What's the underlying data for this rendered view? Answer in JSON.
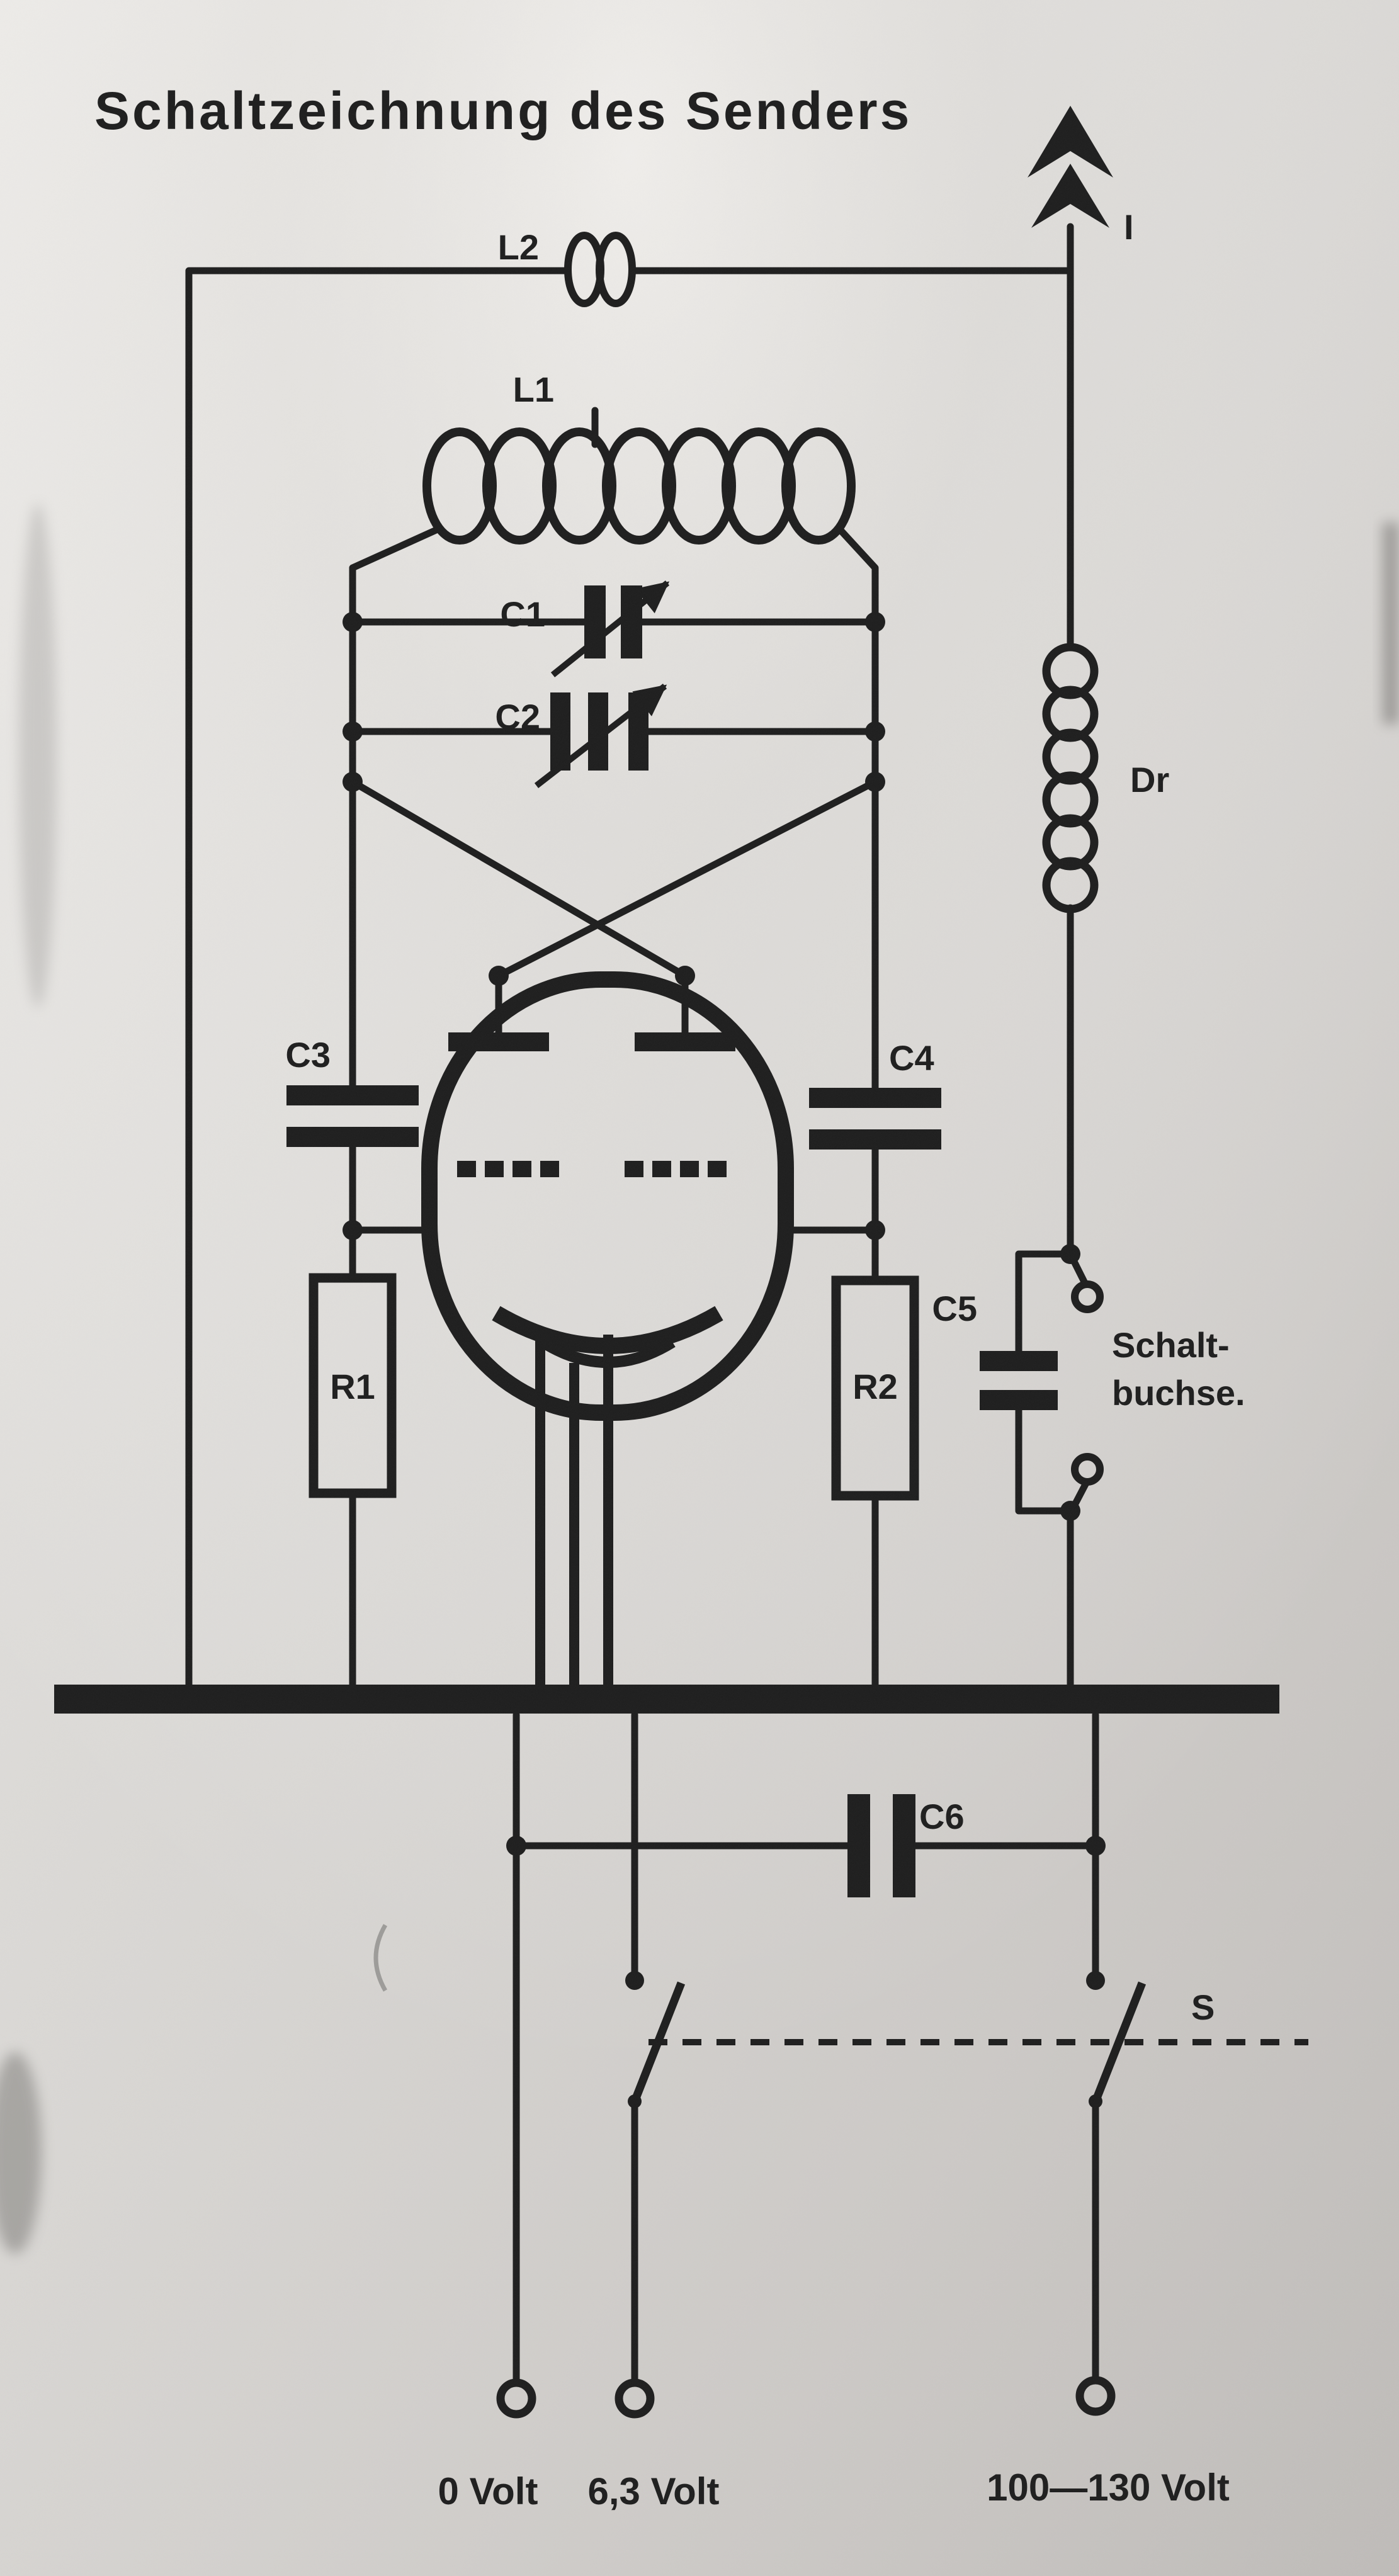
{
  "document": {
    "title": "Schaltzeichnung des Senders"
  },
  "colors": {
    "ink": "#1d1d1d",
    "paper_light": "#edebe8",
    "paper_mid": "#d8d6d3",
    "paper_dark": "#bfbcb9"
  },
  "labels": {
    "l2": "L2",
    "l1": "L1",
    "c1": "C1",
    "c2": "C2",
    "c3": "C3",
    "c4": "C4",
    "c5": "C5",
    "c6": "C6",
    "r1": "R1",
    "r2": "R2",
    "dr": "Dr",
    "antenna_current": "I",
    "switch": "S",
    "jack_line1": "Schalt-",
    "jack_line2": "buchse.",
    "terminal_0": "0 Volt",
    "terminal_63": "6,3 Volt",
    "terminal_hv": "100—130 Volt"
  }
}
